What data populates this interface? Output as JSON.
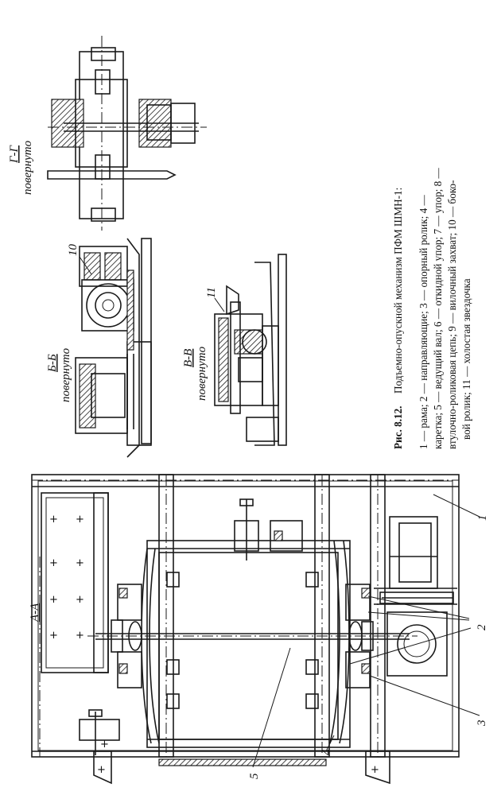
{
  "sections": {
    "aa": "А-А",
    "bb": "Б-Б",
    "bb_note": "повернуто",
    "vv": "В-В",
    "vv_note": "повернуто",
    "gg": "Г-Г",
    "gg_note": "повернуто"
  },
  "callouts": {
    "c1": "1",
    "c2": "2",
    "c3": "3",
    "c4": "4",
    "c5": "5",
    "c10": "10",
    "c11": "11"
  },
  "caption": {
    "title_bold": "Рис. 8.12.",
    "title_rest": "Подъемно-опускной механизм ПФМ ШМН-1:",
    "line1": "1 — рама;  2 — направляющие;  3 — опорный  ролик;  4 —",
    "line2": "каретка; 5 — ведущий вал; 6 — откидной упор; 7 — упор; 8 —",
    "line3": "втулочно-роликовая цепь;  9 — вилочный захват;  10 — боко-",
    "line4": "вой ролик; 11 — холостая звездочка"
  }
}
